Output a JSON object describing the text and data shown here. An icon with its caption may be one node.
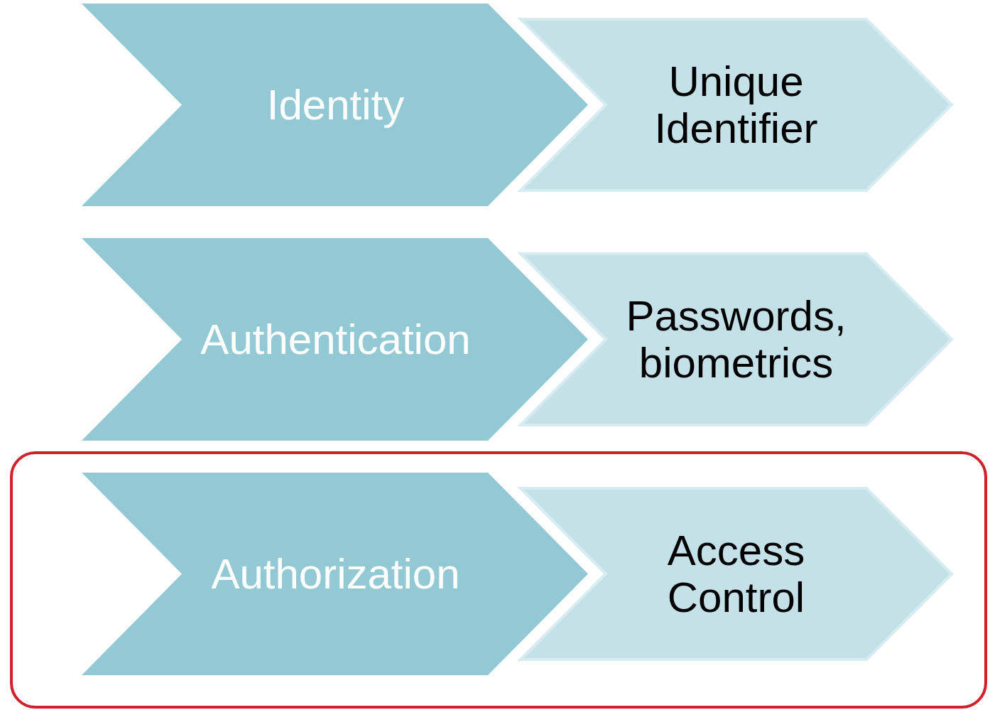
{
  "diagram": {
    "nodes": [
      {
        "text": [
          "Identity"
        ]
      },
      {
        "text": [
          "Unique Identifier"
        ]
      },
      {
        "text": [
          "Authentication"
        ]
      },
      {
        "text": [
          "Passwords, biometrics"
        ]
      },
      {
        "text": [],
        "shape": "box"
      },
      {
        "text": [
          "Authorization"
        ],
        "in": 4
      },
      {
        "text": [
          "Access Control"
        ],
        "in": 4
      }
    ]
  }
}
